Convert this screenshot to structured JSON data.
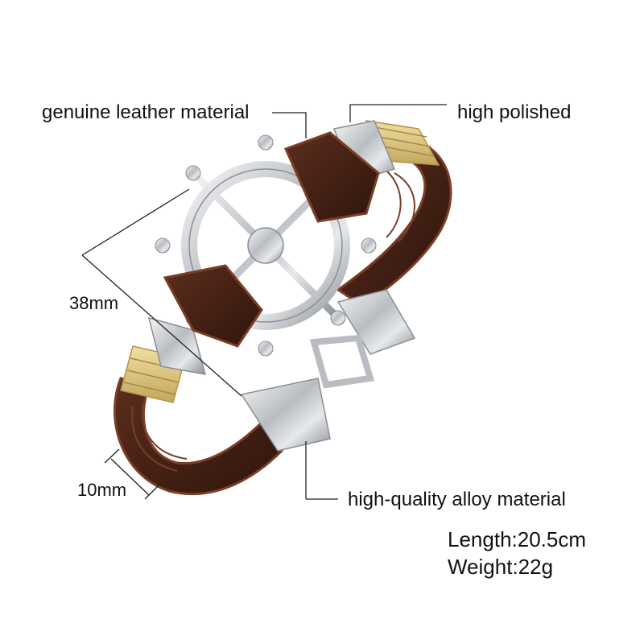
{
  "annotations": {
    "leather": "genuine leather material",
    "polished": "high polished",
    "diameter": "38mm",
    "width": "10mm",
    "alloy": "high-quality alloy material"
  },
  "specs": {
    "length": "Length:20.5cm",
    "weight": "Weight:22g"
  },
  "colors": {
    "leather_dark": "#3a1c12",
    "leather_mid": "#5a2d1c",
    "leather_edge": "#7a3d25",
    "rope": "#d8c07a",
    "metal": "#c8ccd0",
    "metal_light": "#eef0f2"
  }
}
